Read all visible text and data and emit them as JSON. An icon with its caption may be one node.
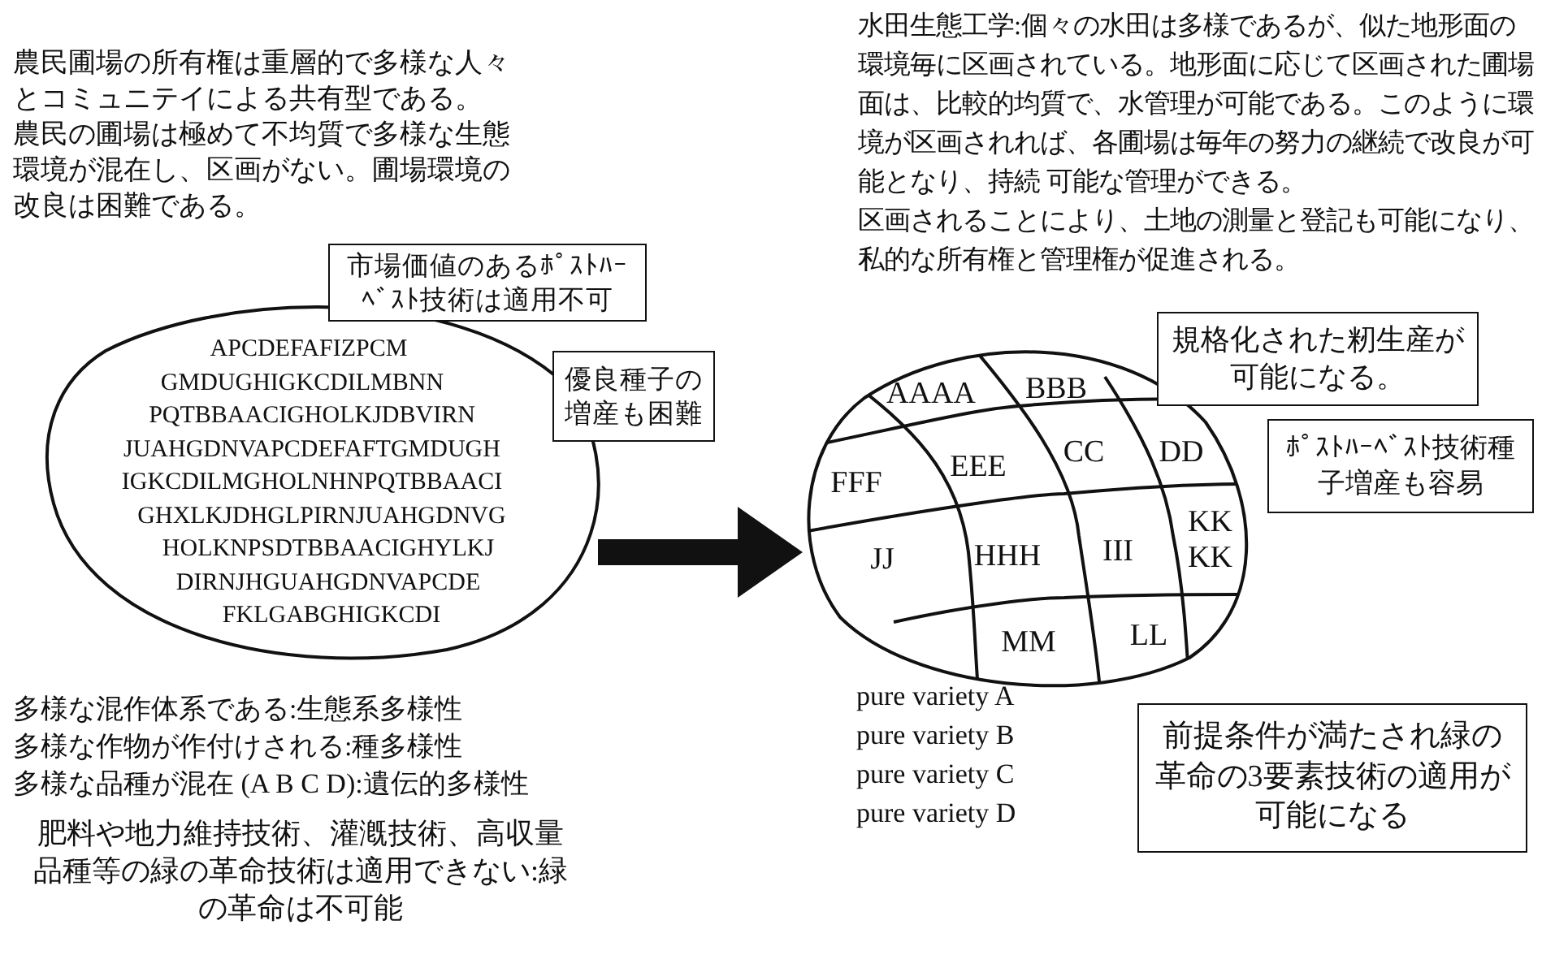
{
  "diagram": {
    "nodes": [
      {
        "text": [
          "APCDEFAFIZPCM",
          "GMDUGHIGKCDILMBNN",
          "PQTBBAACIGHOLKJDBVIRN",
          "JUAHGDNVAPCDEFAFTGMDUGH",
          "IGKCDILMGHOLNHNPQTBBAACI",
          "GHXLKJDHGLPIRNJUAHGDNVG",
          "HOLKNPSDTBBAACIGHYLKJ",
          "DIRNJHGUAHGDNVAPCDE",
          "FKLGABGHIGKCDI"
        ]
      },
      {
        "text": [
          "市場価値のあるﾎﾟｽﾄﾊｰﾍﾞｽﾄ技術は適用不可"
        ]
      },
      {
        "text": [
          "優良種子の増産も困難"
        ]
      },
      {
        "text": [],
        "shape": "ellipse"
      },
      {
        "text": [
          "AAAA"
        ],
        "in": 3
      },
      {
        "text": [
          "BBB"
        ],
        "in": 3
      },
      {
        "text": [
          "FFF"
        ],
        "in": 3
      },
      {
        "text": [
          "EEE"
        ],
        "in": 3
      },
      {
        "text": [
          "CC"
        ],
        "in": 3
      },
      {
        "text": [
          "DD"
        ],
        "in": 3
      },
      {
        "text": [
          "KK KK"
        ],
        "in": 3
      },
      {
        "text": [
          "JJ"
        ],
        "in": 3
      },
      {
        "text": [
          "HHH"
        ],
        "in": 3
      },
      {
        "text": [
          "III"
        ],
        "in": 3
      },
      {
        "text": [
          "MM"
        ],
        "in": 3
      },
      {
        "text": [
          "LL"
        ],
        "in": 3
      },
      {
        "text": [
          "規格化された籾生産が可能になる。"
        ]
      },
      {
        "text": [
          "ﾎﾟｽﾄﾊｰﾍﾞｽﾄ技術種子増産も容易"
        ]
      },
      {
        "text": [
          "前提条件が満たされ緑の革命の3要素技術の適用が可能になる"
        ]
      }
    ],
    "edges": [
      {
        "from": 0,
        "to": 3,
        "arrow": "to"
      }
    ],
    "labels": [
      "農民圃場の所有権は重層的で多様な人々とコミュニテイによる共有型である。",
      "農民の圃場は極めて不均質で多様な生態環境が混在し、区画がない。圃場環境の改良は困難である。",
      "水田生態工学:個々の水田は多様であるが、似た地形面の環境毎に区画されている。地形面に応じて区画された圃場面は、比較的均質で、水管理が可能である。このように環境が区画されれば、各圃場は毎年の努力の継続で改良が可能となり、持続 可能な管理ができる。",
      "区画されることにより、土地の測量と登記も可能になり、私的な所有権と管理権が促進される。",
      "多様な混作体系である:生態系多様性",
      "多様な作物が作付けされる:種多様性",
      "多様な品種が混在 (A B C D):遺伝的多様性",
      "肥料や地力維持技術、灌漑技術、高収量品種等の緑の革命技術は適用できない:緑の革命は不可能",
      "pure variety A",
      "pure variety B",
      "pure variety C",
      "pure variety D"
    ]
  }
}
